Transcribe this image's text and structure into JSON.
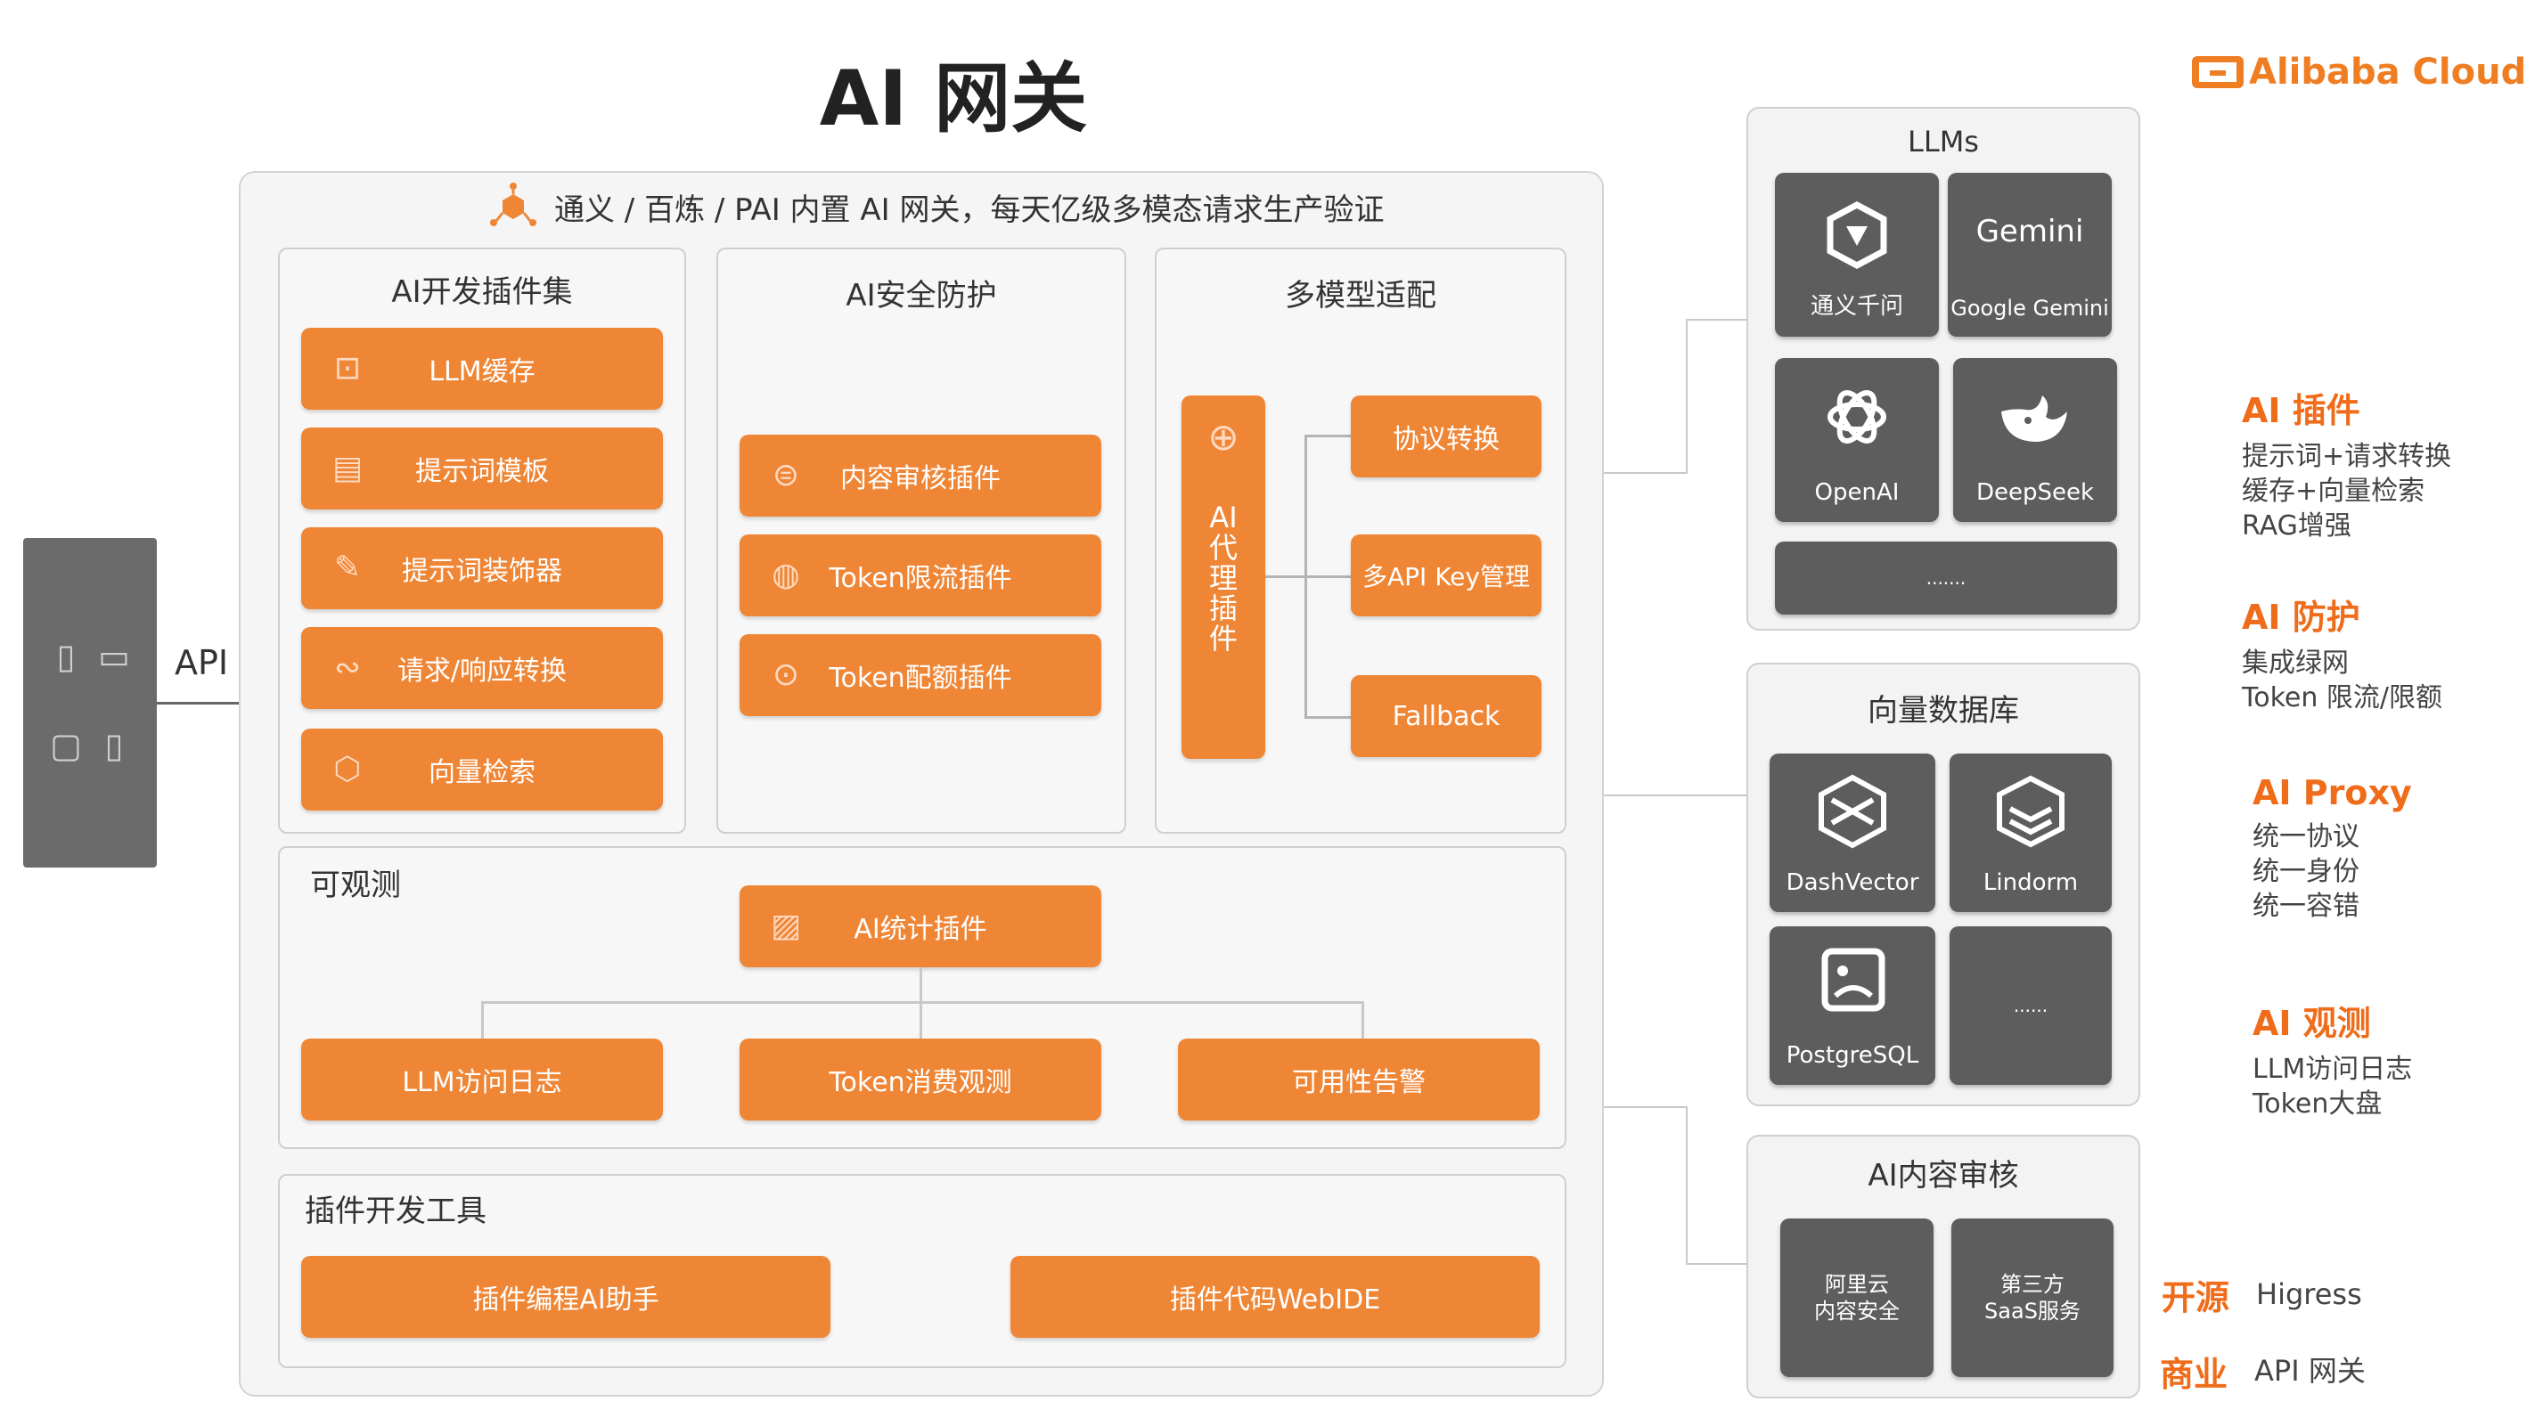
{
  "title": "AI 网关",
  "brand": "Alibaba Cloud",
  "api_label": "API",
  "subtitle": "通义 / 百炼 / PAI 内置 AI 网关，每天亿级多模态请求生产验证",
  "panels": {
    "dev_plugins": {
      "title": "AI开发插件集",
      "items": [
        "LLM缓存",
        "提示词模板",
        "提示词装饰器",
        "请求/响应转换",
        "向量检索"
      ]
    },
    "security": {
      "title": "AI安全防护",
      "items": [
        "内容审核插件",
        "Token限流插件",
        "Token配额插件"
      ]
    },
    "multimodel": {
      "title": "多模型适配",
      "proxy_label": "AI\n代\n理\n插\n件",
      "items": [
        "协议转换",
        "多API Key管理",
        "Fallback"
      ]
    },
    "observability": {
      "title": "可观测",
      "top": "AI统计插件",
      "items": [
        "LLM访问日志",
        "Token消费观测",
        "可用性告警"
      ]
    },
    "tools": {
      "title": "插件开发工具",
      "items": [
        "插件编程AI助手",
        "插件代码WebIDE"
      ]
    }
  },
  "llms": {
    "title": "LLMs",
    "items": [
      {
        "label": "通义千问",
        "icon": "qwen-icon"
      },
      {
        "label": "Google Gemini",
        "icon": "gemini-icon",
        "logo_text": "Gemini"
      },
      {
        "label": "OpenAI",
        "icon": "openai-icon"
      },
      {
        "label": "DeepSeek",
        "icon": "deepseek-icon"
      }
    ],
    "more": "......."
  },
  "vectordb": {
    "title": "向量数据库",
    "items": [
      {
        "label": "DashVector",
        "icon": "dashvector-icon"
      },
      {
        "label": "Lindorm",
        "icon": "lindorm-icon"
      },
      {
        "label": "PostgreSQL",
        "icon": "postgresql-icon"
      }
    ],
    "more": "......"
  },
  "moderation": {
    "title": "AI内容审核",
    "items": [
      "阿里云\n内容安全",
      "第三方\nSaaS服务"
    ]
  },
  "annotations": [
    {
      "heading": "AI 插件",
      "text": "提示词+请求转换\n缓存+向量检索\nRAG增强"
    },
    {
      "heading": "AI 防护",
      "text": "集成绿网\nToken 限流/限额"
    },
    {
      "heading": "AI Proxy",
      "text": "统一协议\n统一身份\n统一容错"
    },
    {
      "heading": "AI 观测",
      "text": "LLM访问日志\nToken大盘"
    }
  ],
  "editions": [
    {
      "heading": "开源",
      "text": "Higress"
    },
    {
      "heading": "商业",
      "text": "API 网关"
    }
  ],
  "colors": {
    "accent": "#ef8636",
    "annotation": "#ef6c1a",
    "tile": "#5d5d5d"
  }
}
